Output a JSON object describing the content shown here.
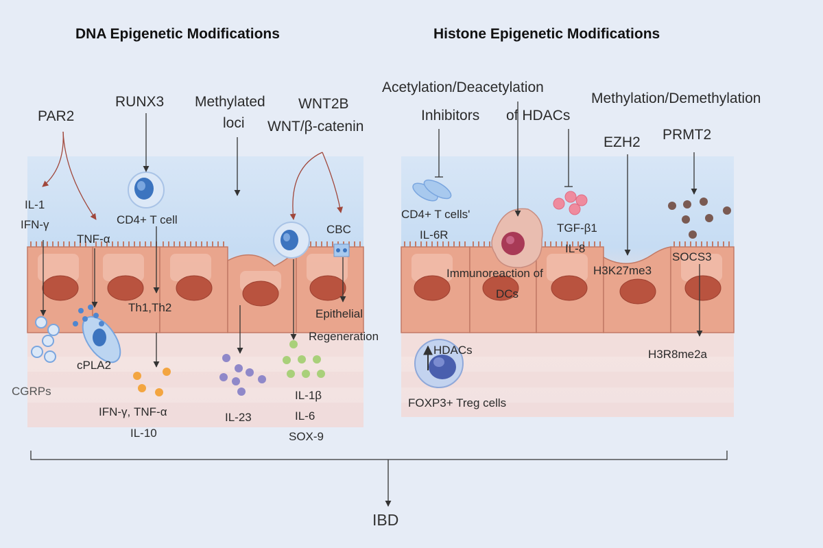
{
  "titles": {
    "dna": "DNA Epigenetic Modifications",
    "histone": "Histone Epigenetic Modifications"
  },
  "dna": {
    "par2": "PAR2",
    "runx3": "RUNX3",
    "methylated_1": "Methylated",
    "methylated_2": "loci",
    "wnt2b": "WNT2B",
    "wnt_catenin": "WNT/β-catenin",
    "il1": "IL-1",
    "ifng": "IFN-γ",
    "tnfa": "TNF-α",
    "cd4_t_cell": "CD4+ T cell",
    "cbc": "CBC",
    "th1th2": "Th1,Th2",
    "epithelial": "Epithelial",
    "regeneration": "Regeneration",
    "cpla2": "cPLA2",
    "cgrps": "CGRPs",
    "ifng_tnfa": "IFN-γ,  TNF-α",
    "il10": "IL-10",
    "il23": "IL-23",
    "il1b": "IL-1β",
    "il6": "IL-6",
    "sox9": "SOX-9"
  },
  "histone": {
    "acetylation": "Acetylation/Deacetylation",
    "inhibitors": "Inhibitors",
    "of_hdacs": "of HDACs",
    "methylation": "Methylation/Demethylation",
    "ezh2": "EZH2",
    "prmt2": "PRMT2",
    "cd4_cells": "CD4+ T cells'",
    "il6r": "IL-6R",
    "tgfb1": "TGF-β1",
    "il8": "IL-8",
    "socs3": "SOCS3",
    "immuno_1": "Immunoreaction of",
    "immuno_2": "DCs",
    "h3k27me3": "H3K27me3",
    "hdacs": "HDACs",
    "h3r8me2a": "H3R8me2a",
    "foxp3": "FOXP3+   Treg cells"
  },
  "outcome": "IBD",
  "colors": {
    "cell_fill": "#e9a58d",
    "nucleus": "#b9533f",
    "lumen": "#c9ddf3",
    "lamina": "#f1d8d6",
    "cytokine_blue": "#4f86cf",
    "cytokine_orange": "#f3a540",
    "cytokine_purple": "#8f88c9",
    "cytokine_green": "#a9d07a",
    "cytokine_pink": "#ef8b9e",
    "cytokine_brown": "#7a5a52"
  }
}
